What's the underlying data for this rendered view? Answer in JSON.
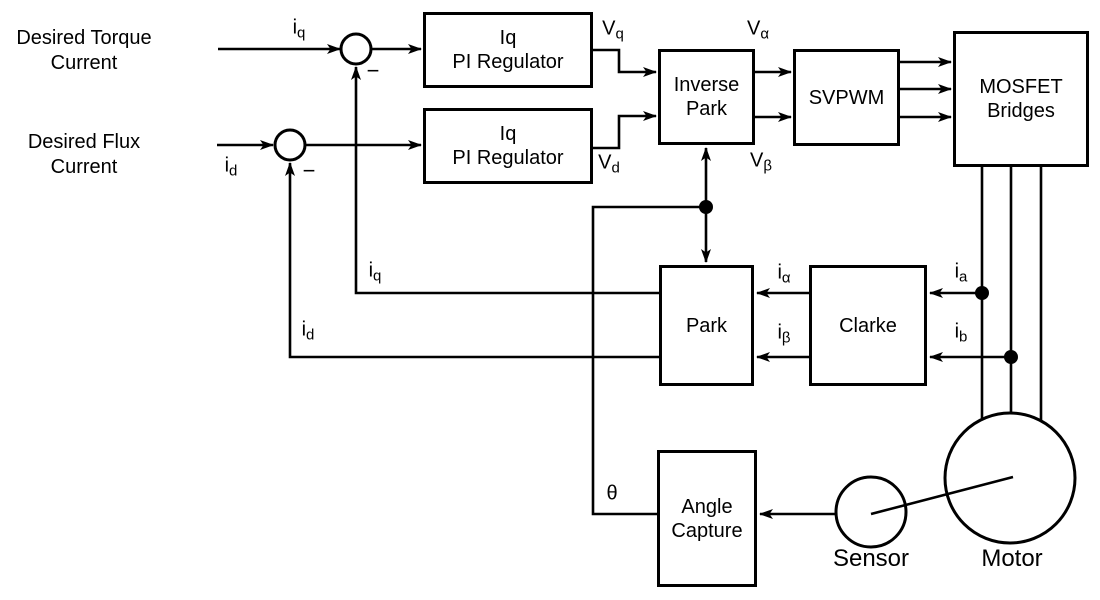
{
  "inputs": {
    "torque": {
      "line1": "Desired Torque",
      "line2": "Current"
    },
    "flux": {
      "line1": "Desired Flux",
      "line2": "Current"
    }
  },
  "blocks": {
    "pi_q": {
      "line1": "Iq",
      "line2": "PI Regulator"
    },
    "pi_d": {
      "line1": "Iq",
      "line2": "PI Regulator"
    },
    "inverse_park": {
      "line1": "Inverse",
      "line2": "Park"
    },
    "svpwm": {
      "label": "SVPWM"
    },
    "mosfet": {
      "line1": "MOSFET",
      "line2": "Bridges"
    },
    "park": {
      "label": "Park"
    },
    "clarke": {
      "label": "Clarke"
    },
    "angle_capture": {
      "line1": "Angle",
      "line2": "Capture"
    }
  },
  "machine": {
    "sensor": "Sensor",
    "motor": "Motor"
  },
  "signals": {
    "iq_ref": {
      "base": "i",
      "sub": "q"
    },
    "id_ref": {
      "base": "i",
      "sub": "d"
    },
    "vq": {
      "base": "V",
      "sub": "q"
    },
    "vd": {
      "base": "V",
      "sub": "d"
    },
    "valpha": {
      "base": "V",
      "sub": "α"
    },
    "vbeta": {
      "base": "V",
      "sub": "β"
    },
    "ialpha": {
      "base": "i",
      "sub": "α"
    },
    "ibeta": {
      "base": "i",
      "sub": "β"
    },
    "ia": {
      "base": "i",
      "sub": "a"
    },
    "ib": {
      "base": "i",
      "sub": "b"
    },
    "iq_fb": {
      "base": "i",
      "sub": "q"
    },
    "id_fb": {
      "base": "i",
      "sub": "d"
    },
    "theta": {
      "base": "θ"
    }
  },
  "junctions": {
    "minus_torque": "−",
    "minus_flux": "−"
  },
  "colors": {
    "line": "#000000",
    "background": "#ffffff",
    "text": "#000000"
  }
}
